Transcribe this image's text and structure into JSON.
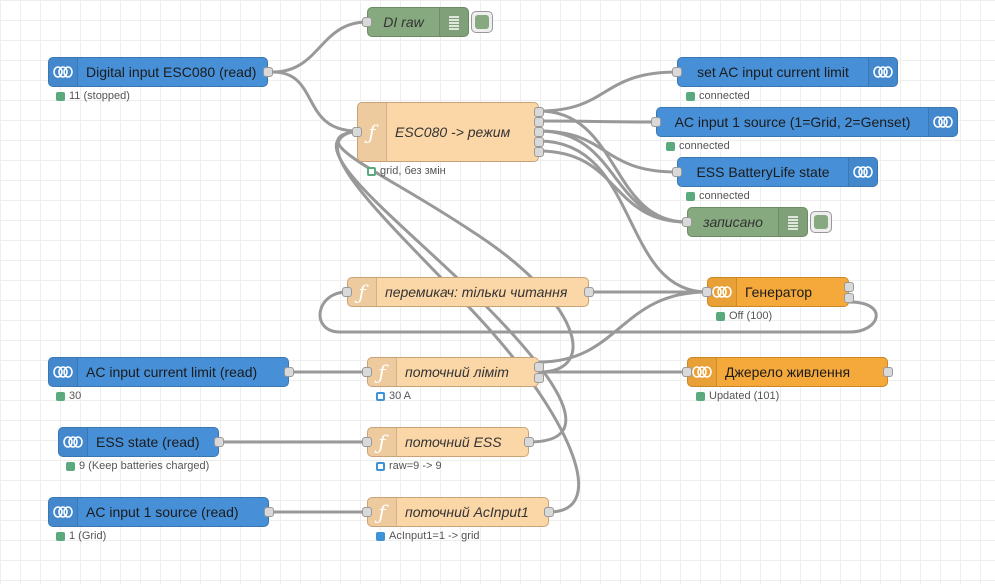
{
  "colors": {
    "victron_blue": "#4790d8",
    "function_orange": "#fbd6a7",
    "debug_green": "#87a980",
    "output_gold": "#f5a93a",
    "wire_grey": "#999999",
    "status_green": "#5aaa7e",
    "status_blue": "#3d93d8"
  },
  "nodes": {
    "di_raw": {
      "label": "DI raw",
      "icon": "list-icon"
    },
    "digital_input": {
      "label": "Digital input ESC080 (read)",
      "status": "11 (stopped)",
      "icon": "victron-wave-icon"
    },
    "esc_mode": {
      "label": "ESC080 -> режим",
      "status": "grid, без змін",
      "icon": "function-icon"
    },
    "set_ac_limit": {
      "label": "set AC input current limit",
      "status": "connected",
      "icon": "victron-wave-icon"
    },
    "ac_source": {
      "label": "AC input 1 source (1=Grid, 2=Genset)",
      "status": "connected",
      "icon": "victron-wave-icon"
    },
    "ess_batterylife": {
      "label": "ESS BatteryLife state",
      "status": "connected",
      "icon": "victron-wave-icon"
    },
    "zapysano": {
      "label": "записано",
      "icon": "list-icon"
    },
    "switch_readonly": {
      "label": "перемикач: тільки читання",
      "icon": "function-icon"
    },
    "generator": {
      "label": "Генератор",
      "status": "Off (100)",
      "icon": "victron-wave-icon"
    },
    "ac_limit_read": {
      "label": "AC input current limit (read)",
      "status": "30",
      "icon": "victron-wave-icon"
    },
    "cur_limit": {
      "label": "поточний ліміт",
      "status": "30 A",
      "icon": "function-icon"
    },
    "power_source": {
      "label": "Джерело живлення",
      "status": "Updated (101)",
      "icon": "victron-wave-icon"
    },
    "ess_state_read": {
      "label": "ESS state (read)",
      "status": "9 (Keep batteries charged)",
      "icon": "victron-wave-icon"
    },
    "cur_ess": {
      "label": "поточний ESS",
      "status": "raw=9 -> 9",
      "icon": "function-icon"
    },
    "ac_source_read": {
      "label": "AC input 1 source (read)",
      "status": "1 (Grid)",
      "icon": "victron-wave-icon"
    },
    "cur_acinput": {
      "label": "поточний AcInput1",
      "status": "AcInput1=1 -> grid",
      "icon": "function-icon"
    }
  }
}
